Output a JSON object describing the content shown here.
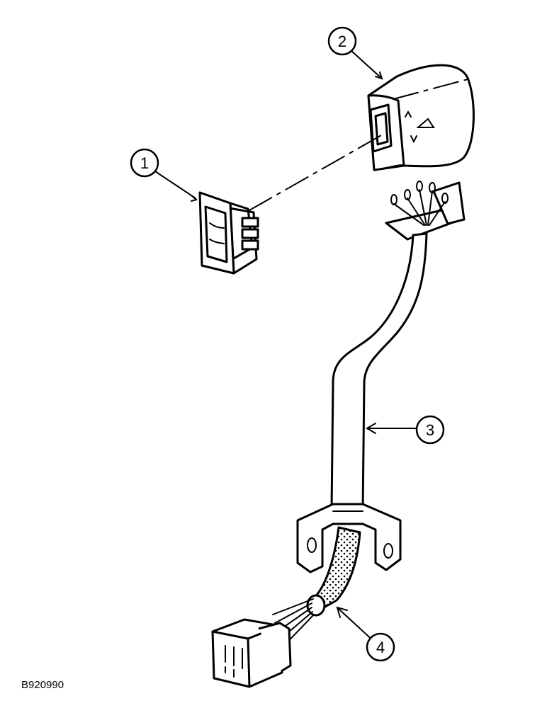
{
  "callouts": [
    {
      "label": "1"
    },
    {
      "label": "2"
    },
    {
      "label": "3"
    },
    {
      "label": "4"
    }
  ],
  "figure_id": "B920990"
}
